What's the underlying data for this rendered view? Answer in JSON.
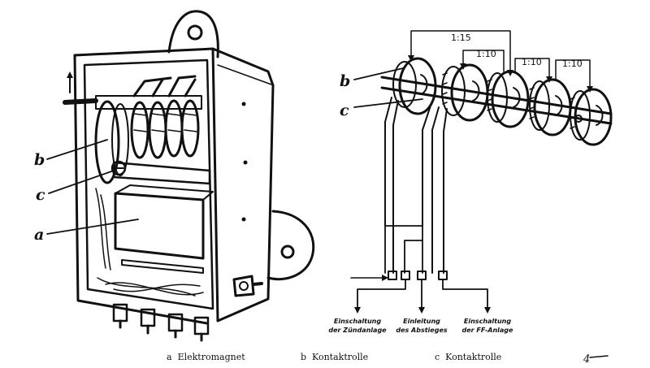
{
  "labels": {
    "left_b": "b",
    "left_c": "c",
    "left_a": "a",
    "right_b": "b",
    "right_c": "c"
  },
  "ratios": [
    "1:15",
    "1:10",
    "1:10",
    "1:10"
  ],
  "circuit_captions": [
    {
      "line1": "Einschaltung",
      "line2": "der Zündanlage"
    },
    {
      "line1": "Einleitung",
      "line2": "des Abstieges"
    },
    {
      "line1": "Einschaltung",
      "line2": "der FF-Anlage"
    }
  ],
  "legend": [
    {
      "key": "a",
      "text": "Elektromagnet"
    },
    {
      "key": "b",
      "text": "Kontaktrolle"
    },
    {
      "key": "c",
      "text": "Kontaktrolle"
    }
  ],
  "signature": "4"
}
